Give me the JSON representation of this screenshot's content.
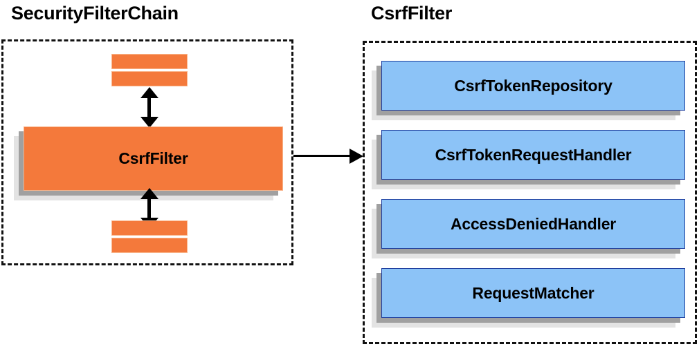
{
  "diagram": {
    "background_color": "#ffffff",
    "panels": [
      {
        "id": "security-filter-chain",
        "title": "SecurityFilterChain",
        "border_style": "dashed",
        "border_color": "#111111"
      },
      {
        "id": "csrf-filter",
        "title": "CsrfFilter",
        "border_style": "dashed",
        "border_color": "#111111"
      }
    ],
    "left_panel": {
      "top_bars": [
        "",
        ""
      ],
      "highlighted_box": {
        "label": "CsrfFilter",
        "fill_color": "#f4793b",
        "border_color": "#f9b48a",
        "shadow_mid_color": "#a0a0a0",
        "shadow_back_color": "#e3e3e3"
      },
      "bottom_bars": [
        "",
        ""
      ],
      "arrow_top": "double-headed-vertical-arrow",
      "arrow_bottom": "double-headed-vertical-arrow"
    },
    "connector": {
      "kind": "single-headed-horizontal-arrow",
      "direction": "right",
      "color": "#000000"
    },
    "right_panel": {
      "fill_color": "#8cc3f7",
      "border_color": "#1f3f9e",
      "shadow_mid_color": "#a0a0a0",
      "shadow_back_color": "#e3e3e3",
      "components": [
        {
          "label": "CsrfTokenRepository"
        },
        {
          "label": "CsrfTokenRequestHandler"
        },
        {
          "label": "AccessDeniedHandler"
        },
        {
          "label": "RequestMatcher"
        }
      ]
    }
  }
}
